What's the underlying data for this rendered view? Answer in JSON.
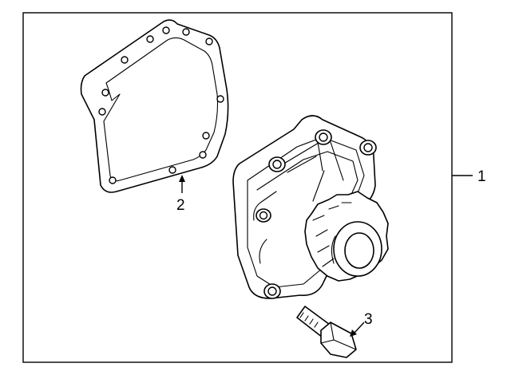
{
  "callouts": {
    "assembly": "1",
    "gasket": "2",
    "bolt": "3"
  },
  "colors": {
    "line": "#000000",
    "background": "#ffffff"
  }
}
